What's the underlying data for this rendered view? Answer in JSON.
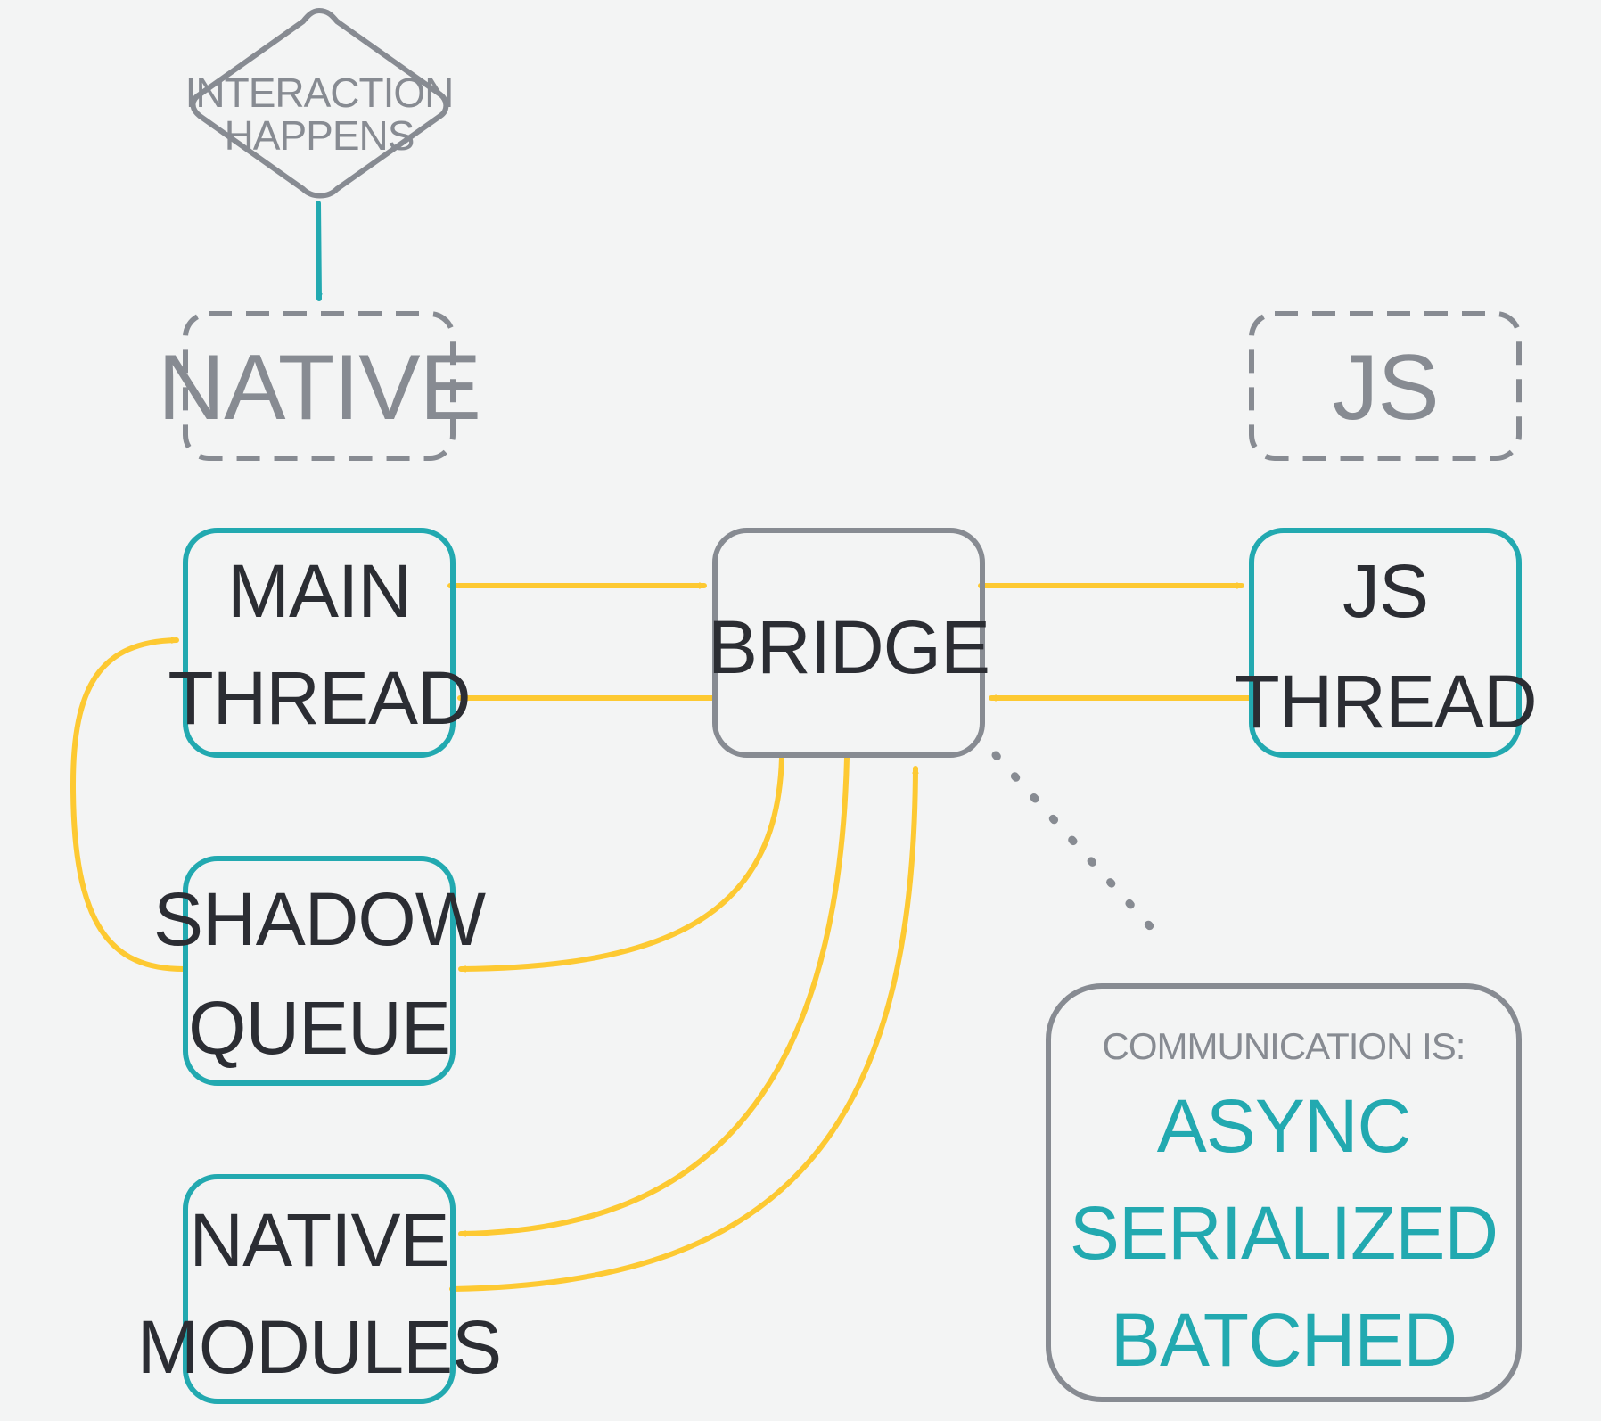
{
  "nodes": {
    "interaction": {
      "lines": [
        "INTERACTION",
        "HAPPENS"
      ]
    },
    "native_group": {
      "label": "NATIVE"
    },
    "js_group": {
      "label": "JS"
    },
    "main_thread": {
      "lines": [
        "MAIN",
        "THREAD"
      ]
    },
    "bridge": {
      "label": "BRIDGE"
    },
    "js_thread": {
      "lines": [
        "JS",
        "THREAD"
      ]
    },
    "shadow_queue": {
      "lines": [
        "SHADOW",
        "QUEUE"
      ]
    },
    "native_modules": {
      "lines": [
        "NATIVE",
        "MODULES"
      ]
    }
  },
  "note": {
    "heading": "COMMUNICATION IS:",
    "items": [
      "ASYNC",
      "SERIALIZED",
      "BATCHED"
    ]
  },
  "colors": {
    "background": "#f3f4f4",
    "teal": "#22a9b0",
    "grey": "#878b92",
    "yellow": "#fdc932",
    "dark_text": "#2b2d33"
  }
}
